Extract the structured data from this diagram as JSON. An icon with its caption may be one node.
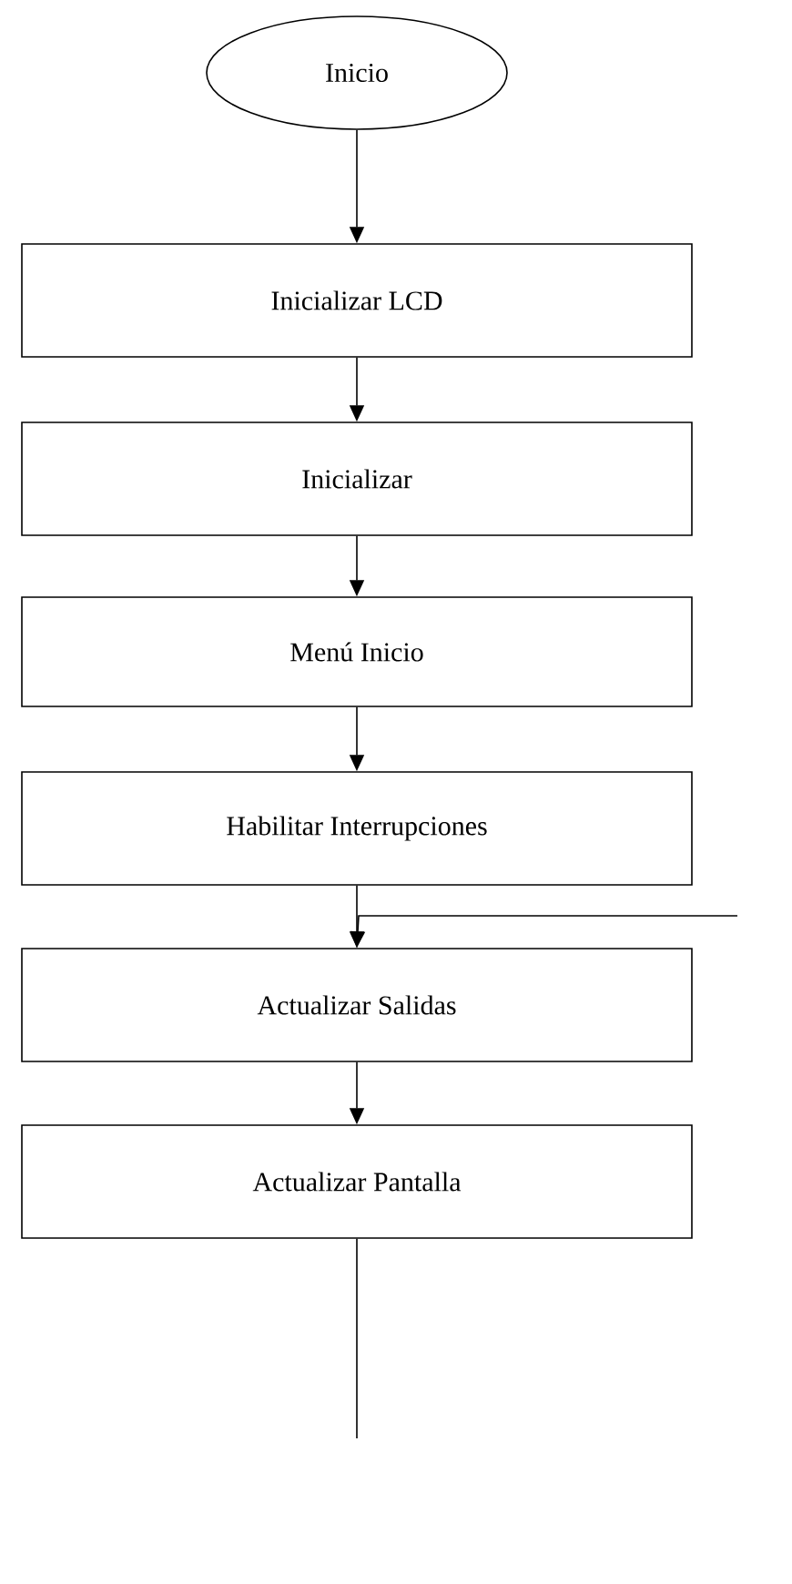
{
  "diagram": {
    "nodes": [
      {
        "text": [
          "Inicio"
        ]
      },
      {
        "text": [
          "Inicializar LCD"
        ]
      },
      {
        "text": [
          "Inicializar"
        ]
      },
      {
        "text": [
          "Menú Inicio"
        ]
      },
      {
        "text": [
          "Habilitar Interrupciones"
        ]
      },
      {
        "text": [
          "Actualizar Salidas"
        ]
      },
      {
        "text": [
          "Actualizar Pantalla"
        ]
      }
    ],
    "edges": [
      {
        "from": 0,
        "to": 1,
        "arrow": "to"
      },
      {
        "from": 1,
        "to": 2,
        "arrow": "to"
      },
      {
        "from": 2,
        "to": 3,
        "arrow": "to"
      },
      {
        "from": 3,
        "to": 4,
        "arrow": "to"
      },
      {
        "from": 4,
        "to": 5,
        "arrow": "to"
      },
      {
        "from": null,
        "to": 5,
        "arrow": "to"
      },
      {
        "from": 5,
        "to": 6,
        "arrow": "to"
      },
      {
        "from": 6,
        "to": null,
        "arrow": "none"
      }
    ]
  }
}
